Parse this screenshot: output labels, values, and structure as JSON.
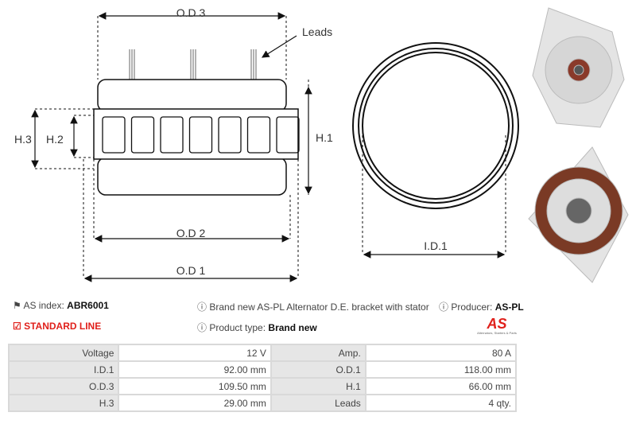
{
  "diagram": {
    "od3": "O.D 3",
    "leads": "Leads",
    "h1": "H.1",
    "h2": "H.2",
    "h3": "H.3",
    "od2": "O.D 2",
    "od1": "O.D 1",
    "id1": "I.D.1"
  },
  "info": {
    "index_label": "AS index:",
    "index_value": "ABR6001",
    "line": "STANDARD LINE",
    "description": "Brand new AS-PL Alternator D.E. bracket with stator",
    "product_type_label": "Product type:",
    "product_type_value": "Brand new",
    "producer_label": "Producer:",
    "producer_value": "AS-PL",
    "logo_text": "AS",
    "logo_tagline": "Alternators, Starters & Parts"
  },
  "specs": [
    [
      "Voltage",
      "12 V",
      "Amp.",
      "80 A"
    ],
    [
      "I.D.1",
      "92.00 mm",
      "O.D.1",
      "118.00 mm"
    ],
    [
      "O.D.3",
      "109.50 mm",
      "H.1",
      "66.00 mm"
    ],
    [
      "H.3",
      "29.00 mm",
      "Leads",
      "4 qty."
    ]
  ],
  "colors": {
    "accent": "#e0201b",
    "table_label_bg": "#e6e6e6"
  }
}
